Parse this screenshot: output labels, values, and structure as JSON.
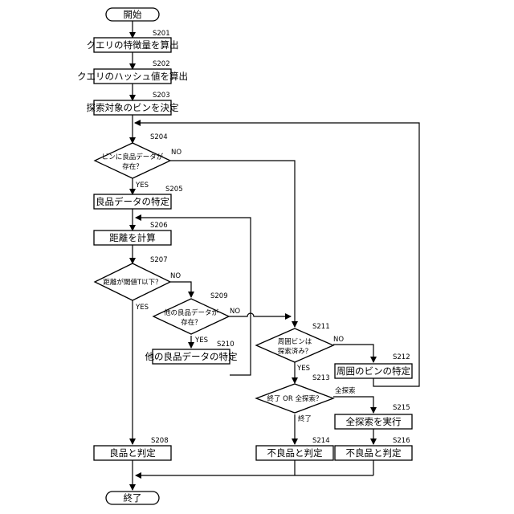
{
  "start": {
    "label": "開始"
  },
  "end": {
    "label": "終了"
  },
  "steps": {
    "s201": {
      "id": "S201",
      "label": "クエリの特徴量を算出"
    },
    "s202": {
      "id": "S202",
      "label": "クエリのハッシュ値を算出"
    },
    "s203": {
      "id": "S203",
      "label": "探索対象のビンを決定"
    },
    "s204": {
      "id": "S204",
      "line1": "ビンに良品データが",
      "line2": "存在？"
    },
    "s205": {
      "id": "S205",
      "label": "良品データの特定"
    },
    "s206": {
      "id": "S206",
      "label": "距離を計算"
    },
    "s207": {
      "id": "S207",
      "label": "距離が閾値T以下？"
    },
    "s208": {
      "id": "S208",
      "label": "良品と判定"
    },
    "s209": {
      "id": "S209",
      "line1": "他の良品データが",
      "line2": "存在？"
    },
    "s210": {
      "id": "S210",
      "label": "他の良品データの特定"
    },
    "s211": {
      "id": "S211",
      "line1": "周囲ビンは",
      "line2": "探索済み？"
    },
    "s212": {
      "id": "S212",
      "label": "周囲のビンの特定"
    },
    "s213": {
      "id": "S213",
      "label": "終了 OR 全探索？"
    },
    "s214": {
      "id": "S214",
      "label": "不良品と判定"
    },
    "s215": {
      "id": "S215",
      "label": "全探索を実行"
    },
    "s216": {
      "id": "S216",
      "label": "不良品と判定"
    }
  },
  "branches": {
    "s204_yes": "YES",
    "s204_no": "NO",
    "s207_yes": "YES",
    "s207_no": "NO",
    "s209_yes": "YES",
    "s209_no": "NO",
    "s211_yes": "YES",
    "s211_no": "NO",
    "s213_end": "終了",
    "s213_full": "全探索"
  }
}
